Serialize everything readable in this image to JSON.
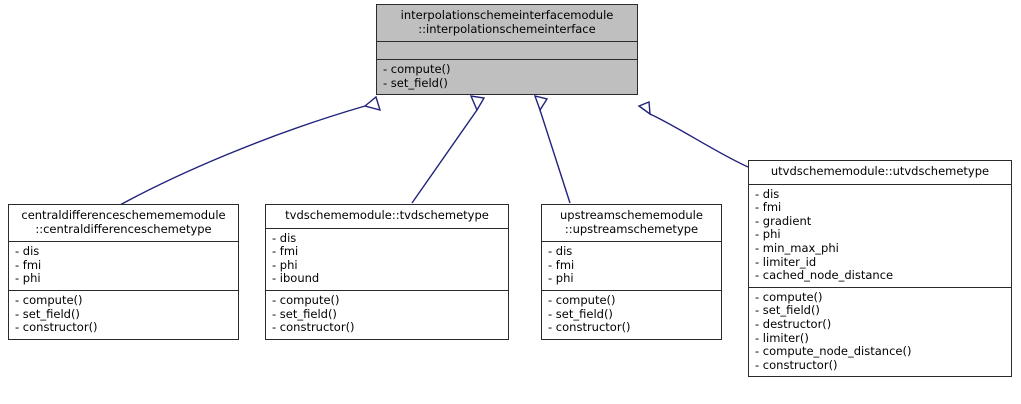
{
  "diagram": {
    "type": "uml-class-inheritance",
    "title": "interpolationschemeinterface inheritance diagram",
    "colors": {
      "base_fill": "#bfbfbf",
      "derived_fill": "#ffffff",
      "border": "#2b2b2b",
      "edge": "#21227b",
      "text": "#000000"
    }
  },
  "classes": [
    {
      "id": "interpolationschemeinterface",
      "name": "interpolationschemeinterfacemodule\n::interpolationschemeinterface",
      "attributes": [],
      "methods": [
        "- compute()",
        "- set_field()"
      ],
      "is_base": true
    },
    {
      "id": "centraldifferenceschemetype",
      "name": "centraldifferenceschemememodule\n::centraldifferenceschemetype",
      "attributes": [
        "- dis",
        "- fmi",
        "- phi"
      ],
      "methods": [
        "- compute()",
        "- set_field()",
        "- constructor()"
      ],
      "is_base": false
    },
    {
      "id": "tvdschemetype",
      "name": "tvdschememodule::tvdschemetype",
      "attributes": [
        "- dis",
        "- fmi",
        "- phi",
        "- ibound"
      ],
      "methods": [
        "- compute()",
        "- set_field()",
        "- constructor()"
      ],
      "is_base": false
    },
    {
      "id": "upstreamschemetype",
      "name": "upstreamschememodule\n::upstreamschemetype",
      "attributes": [
        "- dis",
        "- fmi",
        "- phi"
      ],
      "methods": [
        "- compute()",
        "- set_field()",
        "- constructor()"
      ],
      "is_base": false
    },
    {
      "id": "utvdschemetype",
      "name": "utvdschememodule::utvdschemetype",
      "attributes": [
        "- dis",
        "- fmi",
        "- gradient",
        "- phi",
        "- min_max_phi",
        "- limiter_id",
        "- cached_node_distance"
      ],
      "methods": [
        "- compute()",
        "- set_field()",
        "- destructor()",
        "- limiter()",
        "- compute_node_distance()",
        "- constructor()"
      ],
      "is_base": false
    }
  ],
  "edges": [
    {
      "from": "centraldifferenceschemetype",
      "to": "interpolationschemeinterface",
      "kind": "generalization"
    },
    {
      "from": "tvdschemetype",
      "to": "interpolationschemeinterface",
      "kind": "generalization"
    },
    {
      "from": "upstreamschemetype",
      "to": "interpolationschemeinterface",
      "kind": "generalization"
    },
    {
      "from": "utvdschemetype",
      "to": "interpolationschemeinterface",
      "kind": "generalization"
    }
  ]
}
